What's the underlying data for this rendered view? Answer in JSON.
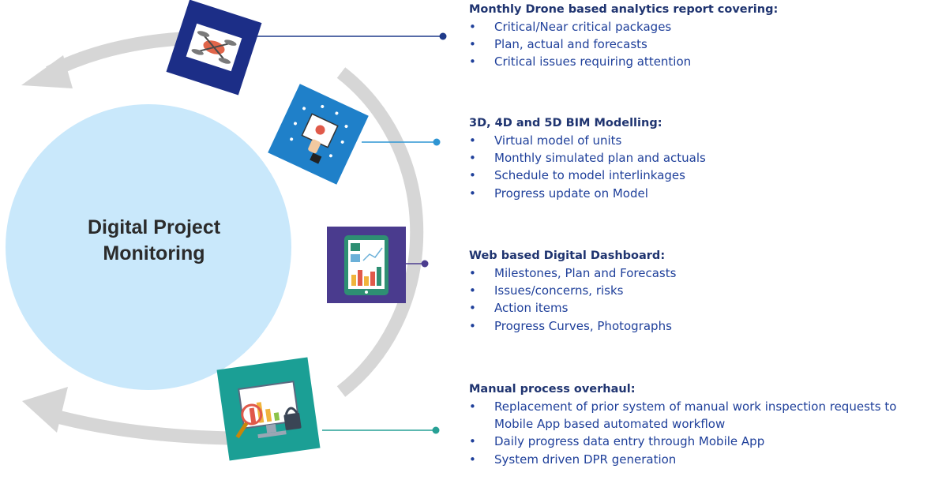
{
  "center_title_line1": "Digital Project",
  "center_title_line2": "Monitoring",
  "colors": {
    "circle": "#c9e8fb",
    "arc": "#d6d6d6",
    "heading": "#1f3470",
    "bullet_text": "#1e3f9a",
    "connector_dark": "#1f3a8a",
    "connector_blue": "#2e95d3",
    "connector_purple": "#4c3d8f",
    "connector_teal": "#27a095"
  },
  "icons": [
    "drone-icon",
    "bim-model-icon",
    "dashboard-tablet-icon",
    "analytics-monitor-icon"
  ],
  "sections": [
    {
      "heading": "Monthly Drone based analytics report covering:",
      "items": [
        "Critical/Near critical packages",
        "Plan, actual and forecasts",
        "Critical issues requiring attention"
      ]
    },
    {
      "heading": "3D, 4D and 5D BIM Modelling:",
      "items": [
        "Virtual model of units",
        "Monthly simulated plan and actuals",
        "Schedule to model interlinkages",
        "Progress update on Model"
      ]
    },
    {
      "heading": "Web based Digital Dashboard:",
      "items": [
        "Milestones, Plan and Forecasts",
        "Issues/concerns, risks",
        "Action items",
        "Progress Curves, Photographs"
      ]
    },
    {
      "heading": "Manual process overhaul:",
      "items": [
        "Replacement of prior system of manual work inspection requests to Mobile App based automated workflow",
        "Daily progress data entry through Mobile App",
        "System driven DPR generation"
      ]
    }
  ]
}
